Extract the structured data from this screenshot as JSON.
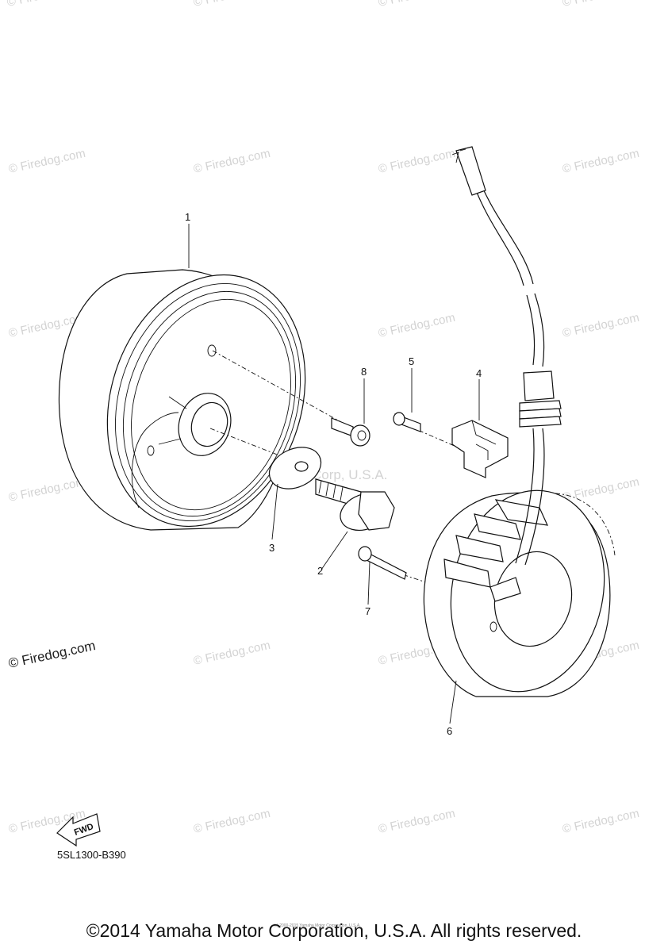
{
  "watermark": {
    "text": "© Firedog.com",
    "center_text": "Yamaha Motor Corp, U.S.A."
  },
  "callouts": {
    "part_1": "1",
    "part_2": "2",
    "part_3": "3",
    "part_4": "4",
    "part_5": "5",
    "part_6": "6",
    "part_7": "7",
    "part_8": "8"
  },
  "direction_label": "FWD",
  "diagram_code": "5SL1300-B390",
  "small_note": "(c) 2000-2015 Yamaha Motor Corporation, U.S.A.",
  "copyright": "©2014 Yamaha Motor Corporation, U.S.A. All rights reserved.",
  "colors": {
    "line": "#111111",
    "watermark": "#d3d3d3",
    "background": "#ffffff"
  }
}
